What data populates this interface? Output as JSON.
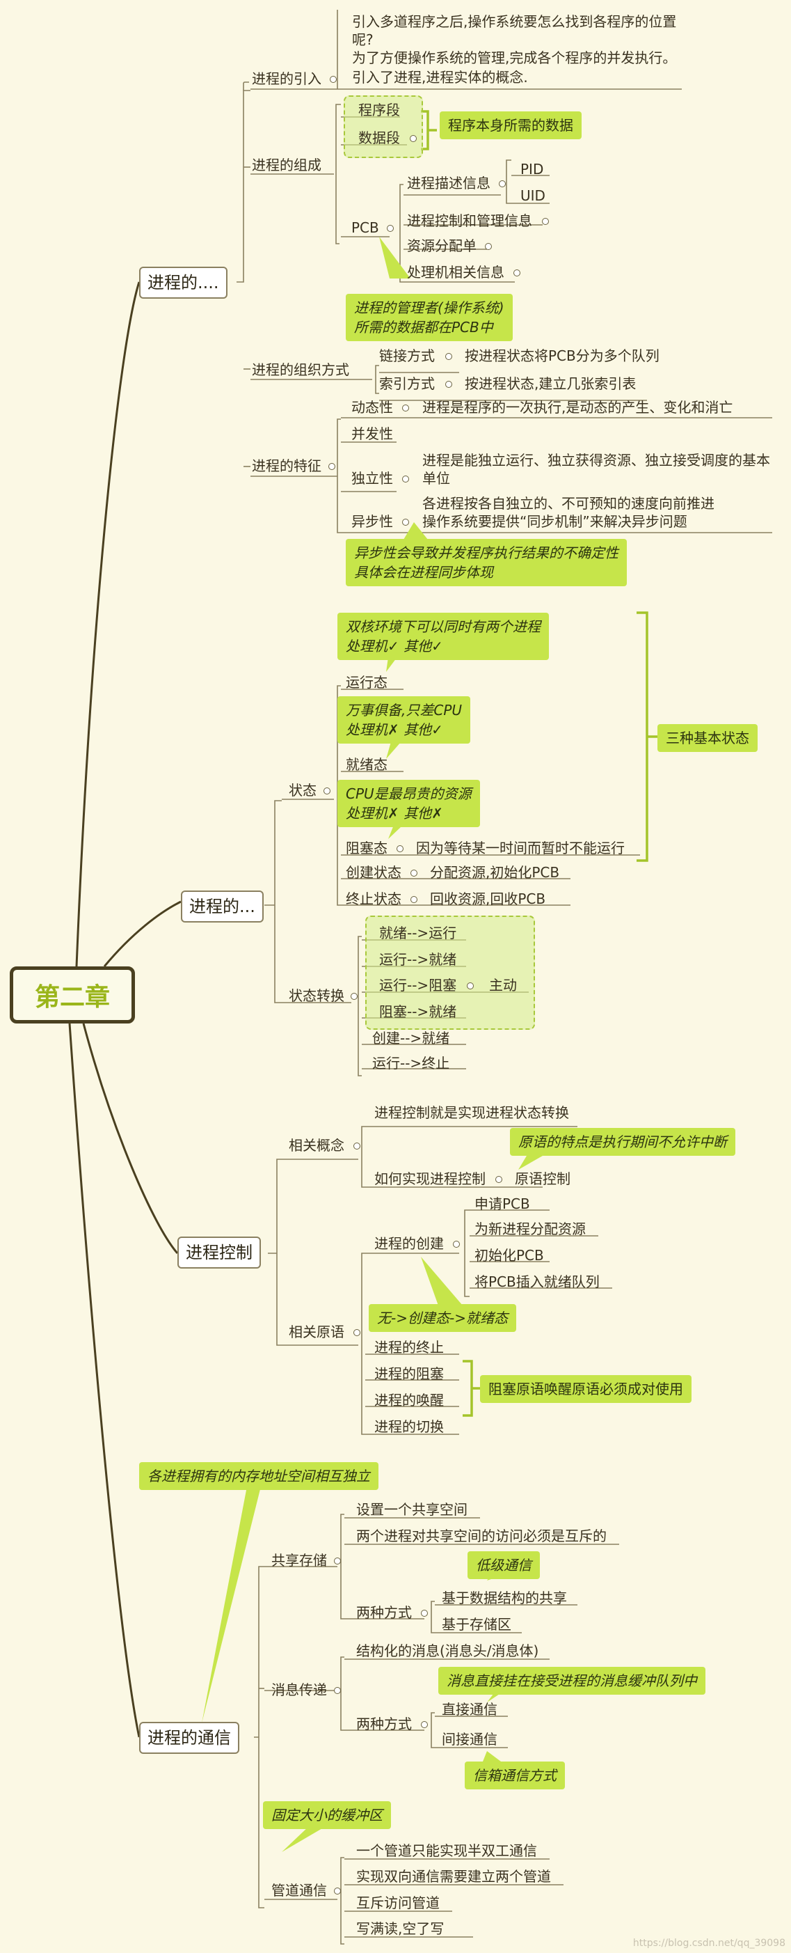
{
  "root": "第二章",
  "branch1": {
    "title": "进程的....",
    "intro": {
      "label": "进程的引入",
      "lines": [
        "引入多道程序之后,操作系统要怎么找到各程序的位置",
        "呢?",
        "为了方便操作系统的管理,完成各个程序的并发执行。",
        "引入了进程,进程实体的概念."
      ]
    },
    "composition": {
      "label": "进程的组成",
      "program": "程序段",
      "data": "数据段",
      "callout_data": "程序本身所需的数据",
      "pcb": "PCB",
      "pcb_desc": "进程描述信息",
      "pid": "PID",
      "uid": "UID",
      "pcb_ctrl": "进程控制和管理信息",
      "pcb_res": "资源分配单",
      "pcb_cpu": "处理机相关信息",
      "callout_pcb": [
        "进程的管理者(操作系统)",
        "所需的数据都在PCB中"
      ]
    },
    "organization": {
      "label": "进程的组织方式",
      "link": "链接方式",
      "link_desc": "按进程状态将PCB分为多个队列",
      "index": "索引方式",
      "index_desc": "按进程状态,建立几张索引表"
    },
    "features": {
      "label": "进程的特征",
      "dynamic": "动态性",
      "dynamic_desc": "进程是程序的一次执行,是动态的产生、变化和消亡",
      "concurrent": "并发性",
      "independent": "独立性",
      "independent_desc": [
        "进程是能独立运行、独立获得资源、独立接受调度的基本",
        "单位"
      ],
      "async": "异步性",
      "async_desc": [
        "各进程按各自独立的、不可预知的速度向前推进",
        "操作系统要提供“同步机制”来解决异步问题"
      ],
      "callout_async": [
        "异步性会导致并发程序执行结果的不确定性",
        "具体会在进程同步体现"
      ]
    }
  },
  "branch2": {
    "title": "进程的...",
    "state": {
      "label": "状态",
      "callout_running": [
        "双核环境下可以同时有两个进程",
        "处理机✓ 其他✓"
      ],
      "running": "运行态",
      "callout_ready": [
        "万事俱备,只差CPU",
        "处理机✗ 其他✓"
      ],
      "ready": "就绪态",
      "callout_blocked": [
        "CPU是最昂贵的资源",
        "处理机✗ 其他✗"
      ],
      "blocked": "阻塞态",
      "blocked_desc": "因为等待某一时间而暂时不能运行",
      "three_states": "三种基本状态",
      "create": "创建状态",
      "create_desc": "分配资源,初始化PCB",
      "terminate": "终止状态",
      "terminate_desc": "回收资源,回收PCB"
    },
    "transition": {
      "label": "状态转换",
      "items": [
        "就绪-->运行",
        "运行-->就绪",
        "运行-->阻塞",
        "阻塞-->就绪",
        "创建-->就绪",
        "运行-->终止"
      ],
      "active": "主动"
    }
  },
  "branch3": {
    "title": "进程控制",
    "concept": {
      "label": "相关概念",
      "line1": "进程控制就是实现进程状态转换",
      "callout": "原语的特点是执行期间不允许中断",
      "how": "如何实现进程控制",
      "primitive": "原语控制"
    },
    "primitives": {
      "label": "相关原语",
      "create": "进程的创建",
      "create_steps": [
        "申请PCB",
        "为新进程分配资源",
        "初始化PCB",
        "将PCB插入就绪队列"
      ],
      "callout_create": "无->创建态->就绪态",
      "terminate": "进程的终止",
      "block": "进程的阻塞",
      "wakeup": "进程的唤醒",
      "switch": "进程的切换",
      "callout_pair": "阻塞原语唤醒原语必须成对使用"
    }
  },
  "branch4": {
    "title": "进程的通信",
    "callout_top": "各进程拥有的内存地址空间相互独立",
    "shared": {
      "label": "共享存储",
      "line1": "设置一个共享空间",
      "line2": "两个进程对共享空间的访问必须是互斥的",
      "two_ways": "两种方式",
      "callout_low": "低级通信",
      "way1": "基于数据结构的共享",
      "way2": "基于存储区"
    },
    "message": {
      "label": "消息传递",
      "line1": "结构化的消息(消息头/消息体)",
      "callout_direct": "消息直接挂在接受进程的消息缓冲队列中",
      "two_ways": "两种方式",
      "way1": "直接通信",
      "way2": "间接通信",
      "callout_mailbox": "信箱通信方式"
    },
    "pipe": {
      "label": "管道通信",
      "callout_buffer": "固定大小的缓冲区",
      "items": [
        "一个管道只能实现半双工通信",
        "实现双向通信需要建立两个管道",
        "互斥访问管道",
        "写满读,空了写"
      ]
    }
  },
  "watermark": "https://blog.csdn.net/qq_39098"
}
